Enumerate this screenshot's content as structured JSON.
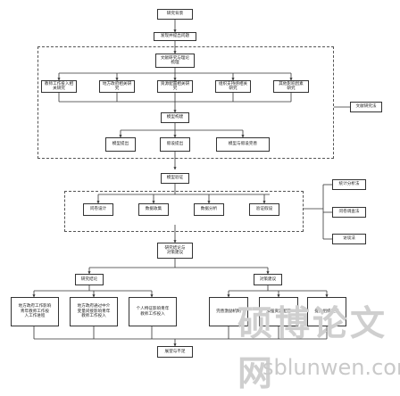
{
  "nodes": {
    "research_background": "研究背景",
    "problem": "发现并提出问题",
    "literature": "文献研究与理论\n梳理",
    "lit_1": "教师工作投入相\n关研究",
    "lit_2": "地方政府相关研\n究",
    "lit_3": "资源配置相关研\n究",
    "lit_4": "组织支持感相关\n研究",
    "lit_5": "其他影响因素\n研究",
    "model_build": "模型构建",
    "model_a": "模型提出",
    "model_b": "假设提出",
    "model_c": "模型与假设完善",
    "model_verify": "模型验证",
    "verify_1": "问卷设计",
    "verify_2": "数据收集",
    "verify_3": "数据分析",
    "verify_4": "验证假设",
    "conclusion": "研究结论与\n对策建议",
    "findings": "研究结论",
    "suggestions": "对策建议",
    "finding_1": "地方政府工作影响\n青年教师工作投\n入工作进程",
    "finding_2": "地方政府通过中介\n变量间接影响青年\n教师工作投入",
    "finding_3": "个人特征影响青年\n教师工作投入",
    "sugg_1": "完善激励机制",
    "sugg_2": "加强资源配置",
    "sugg_3": "提升组织支持",
    "limitations": "展望与不足"
  },
  "methods": {
    "literature_method": "文献研究法",
    "statistics_method": "统计分析法",
    "questionnaire_method": "问卷调查法",
    "interview_method": "访谈法"
  },
  "watermark": {
    "cn": "硕博论文网",
    "en": "sblunwen.com"
  },
  "colors": {
    "line": "#333333",
    "watermark": "#cccccc"
  }
}
